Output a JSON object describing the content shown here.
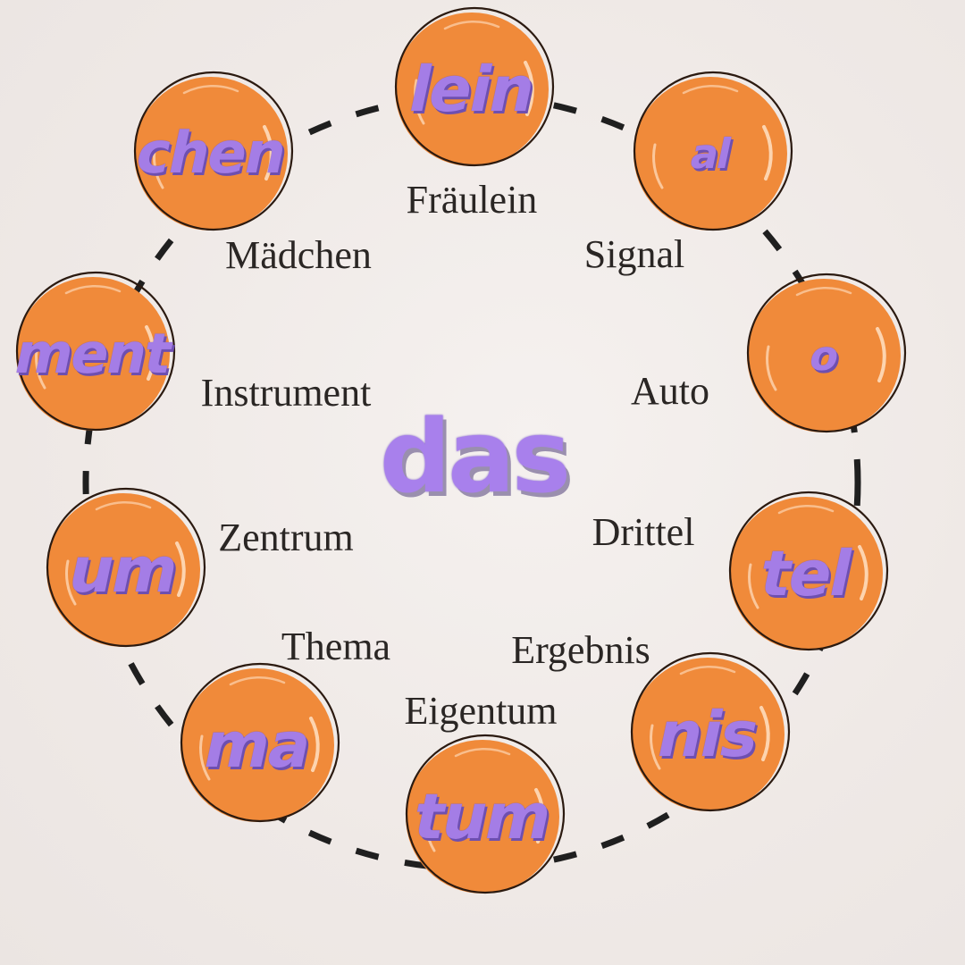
{
  "center_article": "das",
  "colors": {
    "bubble_fill": "#f08a3a",
    "bubble_outline": "#2b1a10",
    "bubble_highlight": "#ffe1c4",
    "suffix_text": "#a47de6",
    "ring_dash": "#1f1f1f",
    "background": "#f1ece9"
  },
  "items": [
    {
      "id": "lein",
      "suffix": "lein",
      "word": "Fräulein"
    },
    {
      "id": "al",
      "suffix": "al",
      "word": "Signal"
    },
    {
      "id": "o",
      "suffix": "o",
      "word": "Auto"
    },
    {
      "id": "tel",
      "suffix": "tel",
      "word": "Drittel"
    },
    {
      "id": "nis",
      "suffix": "nis",
      "word": "Ergebnis"
    },
    {
      "id": "tum",
      "suffix": "tum",
      "word": "Eigentum"
    },
    {
      "id": "ma",
      "suffix": "ma",
      "word": "Thema"
    },
    {
      "id": "um",
      "suffix": "um",
      "word": "Zentrum"
    },
    {
      "id": "ment",
      "suffix": "ment",
      "word": "Instrument"
    },
    {
      "id": "chen",
      "suffix": "chen",
      "word": "Mädchen"
    }
  ]
}
